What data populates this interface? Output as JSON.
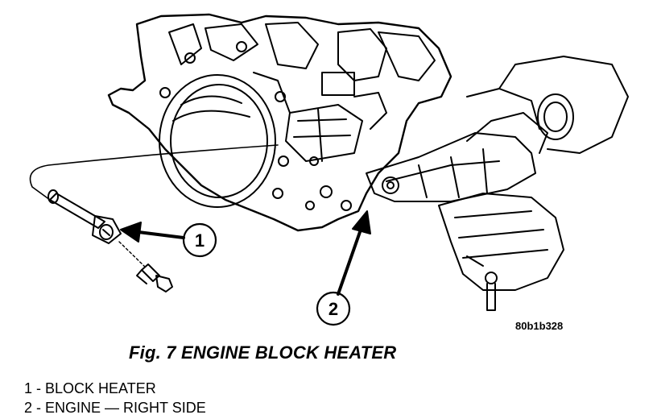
{
  "figure": {
    "id": "80b1b328",
    "caption": "Fig. 7 ENGINE BLOCK HEATER",
    "callouts": [
      {
        "number": "1"
      },
      {
        "number": "2"
      }
    ]
  },
  "legend": [
    {
      "text": "1 - BLOCK HEATER"
    },
    {
      "text": "2 - ENGINE — RIGHT SIDE"
    }
  ]
}
